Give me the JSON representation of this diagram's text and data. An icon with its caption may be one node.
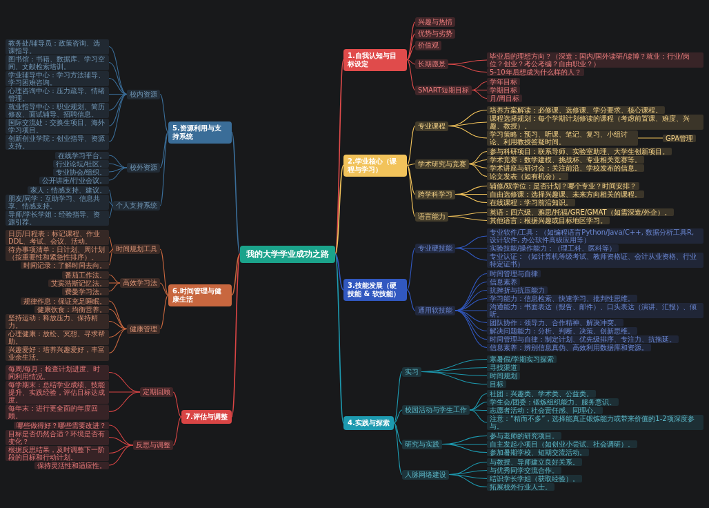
{
  "diagram": {
    "nodes": [
      {
        "text": [
          "我的大学学业成功之路"
        ]
      },
      {
        "text": [
          "1.自我认知与目标设定"
        ]
      },
      {
        "text": [
          "兴趣与热情"
        ]
      },
      {
        "text": [
          "优势与劣势"
        ]
      },
      {
        "text": [
          "价值观"
        ]
      },
      {
        "text": [
          "长期愿景"
        ]
      },
      {
        "text": [
          "毕业后的理想方向？（深造：国内/国外读研/读博？就业：行业/岗位？创业？考公考编？自由职业？）"
        ]
      },
      {
        "text": [
          "5-10年后想成为什么样的人？"
        ]
      },
      {
        "text": [
          "SMART短期目标"
        ]
      },
      {
        "text": [
          "学年目标"
        ]
      },
      {
        "text": [
          "学期目标"
        ]
      },
      {
        "text": [
          "月/周目标"
        ]
      },
      {
        "text": [
          "2.学业核心（课程与学习）"
        ]
      },
      {
        "text": [
          "专业课程"
        ]
      },
      {
        "text": [
          "培养方案解读：必修课、选修课、学分要求、核心课程。"
        ]
      },
      {
        "text": [
          "课程选择规划：每个学期计划修读的课程（考虑前置课、难度、兴趣、教授）。"
        ]
      },
      {
        "text": [
          "学习策略：预习、听课、笔记、复习、小组讨论、利用教授答疑时间。"
        ]
      },
      {
        "text": [
          "GPA管理"
        ]
      },
      {
        "text": [
          "学术研究与竞赛"
        ]
      },
      {
        "text": [
          "参与科研项目：联系导师、实验室助理、大学生创新项目。"
        ]
      },
      {
        "text": [
          "学术竞赛：数学建模、挑战杯、专业相关竞赛等。"
        ]
      },
      {
        "text": [
          "学术讲座与研讨会：关注前沿、学校发布的信息。"
        ]
      },
      {
        "text": [
          "论文发表（如有机会）。"
        ]
      },
      {
        "text": [
          "跨学科学习"
        ]
      },
      {
        "text": [
          "辅修/双学位：是否计划？哪个专业？时间安排？"
        ]
      },
      {
        "text": [
          "自由选修课：选择兴趣课、未来方向相关的课程。"
        ]
      },
      {
        "text": [
          "在线课程：学习前沿知识。"
        ]
      },
      {
        "text": [
          "语言能力"
        ]
      },
      {
        "text": [
          "英语：四六级、雅思/托福/GRE/GMAT（如需深造/外企）。"
        ]
      },
      {
        "text": [
          "其他语言：根据兴趣或目标地区学习。"
        ]
      },
      {
        "text": [
          "3.技能发展（硬技能 & 软技能）"
        ]
      },
      {
        "text": [
          "专业硬技能"
        ]
      },
      {
        "text": [
          "专业软件/工具：（如编程语言Python/Java/C++, 数据分析工具R, 设计软件, 办公软件高级应用等）"
        ]
      },
      {
        "text": [
          "实验技能/操作能力：（理工科、医科等）"
        ]
      },
      {
        "text": [
          "专业认证：（如计算机等级考试、教师资格证、会计从业资格、行业特定证书）"
        ]
      },
      {
        "text": [
          "通用软技能"
        ]
      },
      {
        "text": [
          "时间管理与自律"
        ]
      },
      {
        "text": [
          "信息素养"
        ]
      },
      {
        "text": [
          "抗挫折与抗压能力"
        ]
      },
      {
        "text": [
          "学习能力：信息检索、快速学习、批判性思维。"
        ]
      },
      {
        "text": [
          "沟通能力：书面表达（报告、邮件）、口头表达（演讲、汇报）、倾听。"
        ]
      },
      {
        "text": [
          "团队协作：领导力、合作精神、解决冲突。"
        ]
      },
      {
        "text": [
          "解决问题能力：分析、判断、决策、创新思维。"
        ]
      },
      {
        "text": [
          "时间管理与自律：制定计划、优先级排序、专注力、抗拖延。"
        ]
      },
      {
        "text": [
          "信息素养：辨别信息真伪、高效利用数据库和资源。"
        ]
      },
      {
        "text": [
          "4.实践与探索"
        ]
      },
      {
        "text": [
          "实习"
        ]
      },
      {
        "text": [
          "寒暑假/学期实习探索"
        ]
      },
      {
        "text": [
          "寻找渠道"
        ]
      },
      {
        "text": [
          "时间规划"
        ]
      },
      {
        "text": [
          "目标"
        ]
      },
      {
        "text": [
          "校园活动与学生工作"
        ]
      },
      {
        "text": [
          "社团：兴趣类、学术类、公益类。"
        ]
      },
      {
        "text": [
          "学生会/团委：锻炼组织能力、服务意识。"
        ]
      },
      {
        "text": [
          "志愿者活动：社会责任感、同理心。"
        ]
      },
      {
        "text": [
          "注意：“精而不多”，选择能真正锻炼能力或带来价值的1-2项深度参与。"
        ]
      },
      {
        "text": [
          "研究与实践"
        ]
      },
      {
        "text": [
          "参与老师的研究项目。"
        ]
      },
      {
        "text": [
          "自主发起小项目（如创业小尝试、社会调研）。"
        ]
      },
      {
        "text": [
          "参加暑期学校、短期交流活动。"
        ]
      },
      {
        "text": [
          "人脉网络建设"
        ]
      },
      {
        "text": [
          "与教授、导师建立良好关系。"
        ]
      },
      {
        "text": [
          "与优秀同学交流合作。"
        ]
      },
      {
        "text": [
          "结识学长学姐（获取经验）。"
        ]
      },
      {
        "text": [
          "拓展校外行业人士。"
        ]
      },
      {
        "text": [
          "5.资源利用与支持系统"
        ]
      },
      {
        "text": [
          "校内资源"
        ]
      },
      {
        "text": [
          "教务处/辅导员：政策咨询、选课指导。"
        ]
      },
      {
        "text": [
          "图书馆：书籍、数据库、学习空间、文献检索培训。"
        ]
      },
      {
        "text": [
          "学业辅导中心：学习方法辅导、学习困难咨询。"
        ]
      },
      {
        "text": [
          "心理咨询中心：压力疏导、情绪管理。"
        ]
      },
      {
        "text": [
          "就业指导中心：职业规划、简历修改、面试辅导、招聘信息。"
        ]
      },
      {
        "text": [
          "国际交流处：交换生项目、海外学习项目。"
        ]
      },
      {
        "text": [
          "创新创业学院：创业指导、资源支持。"
        ]
      },
      {
        "text": [
          "校外资源"
        ]
      },
      {
        "text": [
          "在线学习平台。"
        ]
      },
      {
        "text": [
          "行业论坛/社区。"
        ]
      },
      {
        "text": [
          "专业协会/组织。"
        ]
      },
      {
        "text": [
          "公开讲座/行业会议。"
        ]
      },
      {
        "text": [
          "个人支持系统"
        ]
      },
      {
        "text": [
          "家人：情感支持、建议。"
        ]
      },
      {
        "text": [
          "朋友/同学：互助学习、信息共享、情感支持。"
        ]
      },
      {
        "text": [
          "导师/学长学姐：经验指导、资源引荐。"
        ]
      },
      {
        "text": [
          "6.时间管理与健康生活"
        ]
      },
      {
        "text": [
          "时间规划工具"
        ]
      },
      {
        "text": [
          "日历/日程表：标记课程、作业DDL、考试、会议、活动。"
        ]
      },
      {
        "text": [
          "待办事项清单：日计划、周计划（按重要性和紧急性排序）。"
        ]
      },
      {
        "text": [
          "时间记录：了解时间去向。"
        ]
      },
      {
        "text": [
          "高效学习法"
        ]
      },
      {
        "text": [
          "番茄工作法。"
        ]
      },
      {
        "text": [
          "艾宾浩斯记忆法。"
        ]
      },
      {
        "text": [
          "费曼学习法。"
        ]
      },
      {
        "text": [
          "健康管理"
        ]
      },
      {
        "text": [
          "规律作息：保证充足睡眠。"
        ]
      },
      {
        "text": [
          "健康饮食：均衡营养。"
        ]
      },
      {
        "text": [
          "坚持运动：释放压力、保持精力。"
        ]
      },
      {
        "text": [
          "心理健康：放松、冥想、寻求帮助。"
        ]
      },
      {
        "text": [
          "兴趣爱好：培养兴趣爱好，丰富业余生活。"
        ]
      },
      {
        "text": [
          "7.评估与调整"
        ]
      },
      {
        "text": [
          "定期回顾"
        ]
      },
      {
        "text": [
          "每周/每月：检查计划进度、时间利用情况。"
        ]
      },
      {
        "text": [
          "每学期末：总结学业成绩、技能提升、实践经验，评估目标达成度。"
        ]
      },
      {
        "text": [
          "每年末：进行更全面的年度回顾。"
        ]
      },
      {
        "text": [
          "反思与调整"
        ]
      },
      {
        "text": [
          "哪些做得好？哪些需要改进？"
        ]
      },
      {
        "text": [
          "目标是否仍然合适？环境是否有变化？"
        ]
      },
      {
        "text": [
          "根据反思结果，及时调整下一阶段的目标和行动计划。"
        ]
      },
      {
        "text": [
          "保持灵活性和适应性。"
        ]
      }
    ],
    "edges": [
      {
        "from": 0,
        "to": 1,
        "arrow": "none",
        "color": "#e04b4b"
      },
      {
        "from": 1,
        "to": 2,
        "arrow": "none",
        "color": "#e04b4b"
      },
      {
        "from": 1,
        "to": 3,
        "arrow": "none",
        "color": "#e04b4b"
      },
      {
        "from": 1,
        "to": 4,
        "arrow": "none",
        "color": "#e04b4b"
      },
      {
        "from": 1,
        "to": 5,
        "arrow": "none",
        "color": "#e04b4b"
      },
      {
        "from": 5,
        "to": 6,
        "arrow": "none",
        "color": "#e04b4b"
      },
      {
        "from": 5,
        "to": 7,
        "arrow": "none",
        "color": "#e04b4b"
      },
      {
        "from": 1,
        "to": 8,
        "arrow": "none",
        "color": "#e04b4b"
      },
      {
        "from": 8,
        "to": 9,
        "arrow": "none",
        "color": "#e04b4b"
      },
      {
        "from": 8,
        "to": 10,
        "arrow": "none",
        "color": "#e04b4b"
      },
      {
        "from": 8,
        "to": 11,
        "arrow": "none",
        "color": "#e04b4b"
      },
      {
        "from": 0,
        "to": 12,
        "arrow": "none",
        "color": "#f2c35b"
      },
      {
        "from": 12,
        "to": 13,
        "arrow": "none",
        "color": "#f2c35b"
      },
      {
        "from": 13,
        "to": 14,
        "arrow": "none",
        "color": "#f2c35b"
      },
      {
        "from": 13,
        "to": 15,
        "arrow": "none",
        "color": "#f2c35b"
      },
      {
        "from": 13,
        "to": 16,
        "arrow": "none",
        "color": "#f2c35b"
      },
      {
        "from": 16,
        "to": 17,
        "arrow": "none",
        "color": "#f2c35b"
      },
      {
        "from": 12,
        "to": 18,
        "arrow": "none",
        "color": "#f2c35b"
      },
      {
        "from": 18,
        "to": 19,
        "arrow": "none",
        "color": "#f2c35b"
      },
      {
        "from": 18,
        "to": 20,
        "arrow": "none",
        "color": "#f2c35b"
      },
      {
        "from": 18,
        "to": 21,
        "arrow": "none",
        "color": "#f2c35b"
      },
      {
        "from": 18,
        "to": 22,
        "arrow": "none",
        "color": "#f2c35b"
      },
      {
        "from": 12,
        "to": 23,
        "arrow": "none",
        "color": "#f2c35b"
      },
      {
        "from": 23,
        "to": 24,
        "arrow": "none",
        "color": "#f2c35b"
      },
      {
        "from": 23,
        "to": 25,
        "arrow": "none",
        "color": "#f2c35b"
      },
      {
        "from": 23,
        "to": 26,
        "arrow": "none",
        "color": "#f2c35b"
      },
      {
        "from": 12,
        "to": 27,
        "arrow": "none",
        "color": "#f2c35b"
      },
      {
        "from": 27,
        "to": 28,
        "arrow": "none",
        "color": "#f2c35b"
      },
      {
        "from": 27,
        "to": 29,
        "arrow": "none",
        "color": "#f2c35b"
      },
      {
        "from": 0,
        "to": 30,
        "arrow": "none",
        "color": "#3158c0"
      },
      {
        "from": 30,
        "to": 31,
        "arrow": "none",
        "color": "#3158c0"
      },
      {
        "from": 31,
        "to": 32,
        "arrow": "none",
        "color": "#3158c0"
      },
      {
        "from": 31,
        "to": 33,
        "arrow": "none",
        "color": "#3158c0"
      },
      {
        "from": 31,
        "to": 34,
        "arrow": "none",
        "color": "#3158c0"
      },
      {
        "from": 30,
        "to": 35,
        "arrow": "none",
        "color": "#3158c0"
      },
      {
        "from": 35,
        "to": 36,
        "arrow": "none",
        "color": "#3158c0"
      },
      {
        "from": 35,
        "to": 37,
        "arrow": "none",
        "color": "#3158c0"
      },
      {
        "from": 35,
        "to": 38,
        "arrow": "none",
        "color": "#3158c0"
      },
      {
        "from": 35,
        "to": 39,
        "arrow": "none",
        "color": "#3158c0"
      },
      {
        "from": 35,
        "to": 40,
        "arrow": "none",
        "color": "#3158c0"
      },
      {
        "from": 35,
        "to": 41,
        "arrow": "none",
        "color": "#3158c0"
      },
      {
        "from": 35,
        "to": 42,
        "arrow": "none",
        "color": "#3158c0"
      },
      {
        "from": 35,
        "to": 43,
        "arrow": "none",
        "color": "#3158c0"
      },
      {
        "from": 35,
        "to": 44,
        "arrow": "none",
        "color": "#3158c0"
      },
      {
        "from": 0,
        "to": 45,
        "arrow": "none",
        "color": "#1d9ab0"
      },
      {
        "from": 45,
        "to": 46,
        "arrow": "none",
        "color": "#1d9ab0"
      },
      {
        "from": 46,
        "to": 47,
        "arrow": "none",
        "color": "#1d9ab0"
      },
      {
        "from": 46,
        "to": 48,
        "arrow": "none",
        "color": "#1d9ab0"
      },
      {
        "from": 46,
        "to": 49,
        "arrow": "none",
        "color": "#1d9ab0"
      },
      {
        "from": 46,
        "to": 50,
        "arrow": "none",
        "color": "#1d9ab0"
      },
      {
        "from": 45,
        "to": 51,
        "arrow": "none",
        "color": "#1d9ab0"
      },
      {
        "from": 51,
        "to": 52,
        "arrow": "none",
        "color": "#1d9ab0"
      },
      {
        "from": 51,
        "to": 53,
        "arrow": "none",
        "color": "#1d9ab0"
      },
      {
        "from": 51,
        "to": 54,
        "arrow": "none",
        "color": "#1d9ab0"
      },
      {
        "from": 51,
        "to": 55,
        "arrow": "none",
        "color": "#1d9ab0"
      },
      {
        "from": 45,
        "to": 56,
        "arrow": "none",
        "color": "#1d9ab0"
      },
      {
        "from": 56,
        "to": 57,
        "arrow": "none",
        "color": "#1d9ab0"
      },
      {
        "from": 56,
        "to": 58,
        "arrow": "none",
        "color": "#1d9ab0"
      },
      {
        "from": 56,
        "to": 59,
        "arrow": "none",
        "color": "#1d9ab0"
      },
      {
        "from": 45,
        "to": 60,
        "arrow": "none",
        "color": "#1d9ab0"
      },
      {
        "from": 60,
        "to": 61,
        "arrow": "none",
        "color": "#1d9ab0"
      },
      {
        "from": 60,
        "to": 62,
        "arrow": "none",
        "color": "#1d9ab0"
      },
      {
        "from": 60,
        "to": 63,
        "arrow": "none",
        "color": "#1d9ab0"
      },
      {
        "from": 60,
        "to": 64,
        "arrow": "none",
        "color": "#1d9ab0"
      },
      {
        "from": 0,
        "to": 65,
        "arrow": "none",
        "color": "#3a6d98"
      },
      {
        "from": 65,
        "to": 66,
        "arrow": "none",
        "color": "#3a6d98"
      },
      {
        "from": 66,
        "to": 67,
        "arrow": "none",
        "color": "#3a6d98"
      },
      {
        "from": 66,
        "to": 68,
        "arrow": "none",
        "color": "#3a6d98"
      },
      {
        "from": 66,
        "to": 69,
        "arrow": "none",
        "color": "#3a6d98"
      },
      {
        "from": 66,
        "to": 70,
        "arrow": "none",
        "color": "#3a6d98"
      },
      {
        "from": 66,
        "to": 71,
        "arrow": "none",
        "color": "#3a6d98"
      },
      {
        "from": 66,
        "to": 72,
        "arrow": "none",
        "color": "#3a6d98"
      },
      {
        "from": 66,
        "to": 73,
        "arrow": "none",
        "color": "#3a6d98"
      },
      {
        "from": 65,
        "to": 74,
        "arrow": "none",
        "color": "#3a6d98"
      },
      {
        "from": 74,
        "to": 75,
        "arrow": "none",
        "color": "#3a6d98"
      },
      {
        "from": 74,
        "to": 76,
        "arrow": "none",
        "color": "#3a6d98"
      },
      {
        "from": 74,
        "to": 77,
        "arrow": "none",
        "color": "#3a6d98"
      },
      {
        "from": 74,
        "to": 78,
        "arrow": "none",
        "color": "#3a6d98"
      },
      {
        "from": 65,
        "to": 79,
        "arrow": "none",
        "color": "#3a6d98"
      },
      {
        "from": 79,
        "to": 80,
        "arrow": "none",
        "color": "#3a6d98"
      },
      {
        "from": 79,
        "to": 81,
        "arrow": "none",
        "color": "#3a6d98"
      },
      {
        "from": 79,
        "to": 82,
        "arrow": "none",
        "color": "#3a6d98"
      },
      {
        "from": 0,
        "to": 83,
        "arrow": "none",
        "color": "#c8673f"
      },
      {
        "from": 83,
        "to": 84,
        "arrow": "none",
        "color": "#c8673f"
      },
      {
        "from": 84,
        "to": 85,
        "arrow": "none",
        "color": "#c8673f"
      },
      {
        "from": 84,
        "to": 86,
        "arrow": "none",
        "color": "#c8673f"
      },
      {
        "from": 84,
        "to": 87,
        "arrow": "none",
        "color": "#c8673f"
      },
      {
        "from": 83,
        "to": 88,
        "arrow": "none",
        "color": "#c8673f"
      },
      {
        "from": 88,
        "to": 89,
        "arrow": "none",
        "color": "#c8673f"
      },
      {
        "from": 88,
        "to": 90,
        "arrow": "none",
        "color": "#c8673f"
      },
      {
        "from": 88,
        "to": 91,
        "arrow": "none",
        "color": "#c8673f"
      },
      {
        "from": 83,
        "to": 92,
        "arrow": "none",
        "color": "#c8673f"
      },
      {
        "from": 92,
        "to": 93,
        "arrow": "none",
        "color": "#c8673f"
      },
      {
        "from": 92,
        "to": 94,
        "arrow": "none",
        "color": "#c8673f"
      },
      {
        "from": 92,
        "to": 95,
        "arrow": "none",
        "color": "#c8673f"
      },
      {
        "from": 92,
        "to": 96,
        "arrow": "none",
        "color": "#c8673f"
      },
      {
        "from": 92,
        "to": 97,
        "arrow": "none",
        "color": "#c8673f"
      },
      {
        "from": 0,
        "to": 98,
        "arrow": "none",
        "color": "#d94545"
      },
      {
        "from": 98,
        "to": 99,
        "arrow": "none",
        "color": "#d94545"
      },
      {
        "from": 99,
        "to": 100,
        "arrow": "none",
        "color": "#d94545"
      },
      {
        "from": 99,
        "to": 101,
        "arrow": "none",
        "color": "#d94545"
      },
      {
        "from": 99,
        "to": 102,
        "arrow": "none",
        "color": "#d94545"
      },
      {
        "from": 98,
        "to": 103,
        "arrow": "none",
        "color": "#d94545"
      },
      {
        "from": 103,
        "to": 104,
        "arrow": "none",
        "color": "#d94545"
      },
      {
        "from": 103,
        "to": 105,
        "arrow": "none",
        "color": "#d94545"
      },
      {
        "from": 103,
        "to": 106,
        "arrow": "none",
        "color": "#d94545"
      },
      {
        "from": 103,
        "to": 107,
        "arrow": "none",
        "color": "#d94545"
      }
    ]
  }
}
